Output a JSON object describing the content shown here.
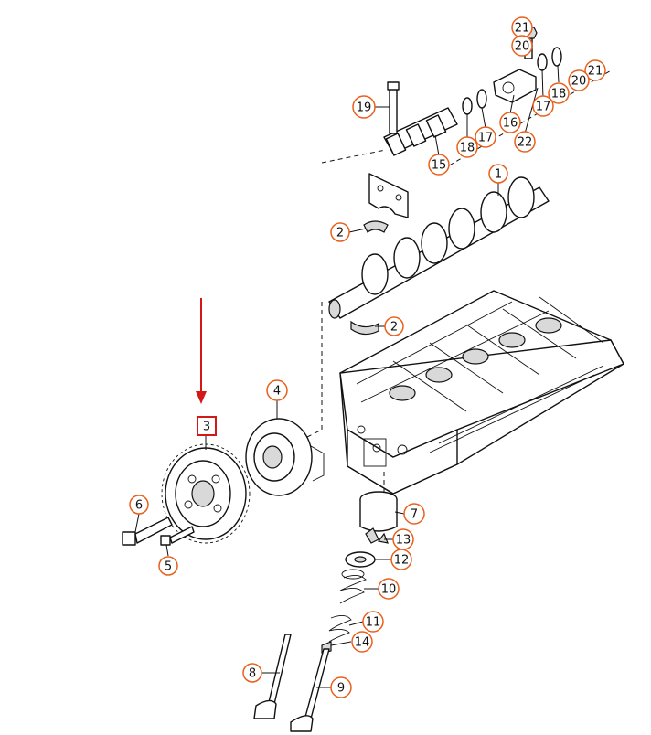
{
  "diagram": {
    "highlight_color": "#d41818",
    "callout_color": "#e8601c",
    "highlighted_part": "3",
    "callouts": [
      "21",
      "20",
      "19",
      "16",
      "17",
      "18",
      "21",
      "20",
      "18",
      "17",
      "22",
      "15",
      "1",
      "2",
      "2",
      "4",
      "3",
      "6",
      "5",
      "7",
      "13",
      "12",
      "10",
      "11",
      "14",
      "8",
      "9"
    ]
  }
}
